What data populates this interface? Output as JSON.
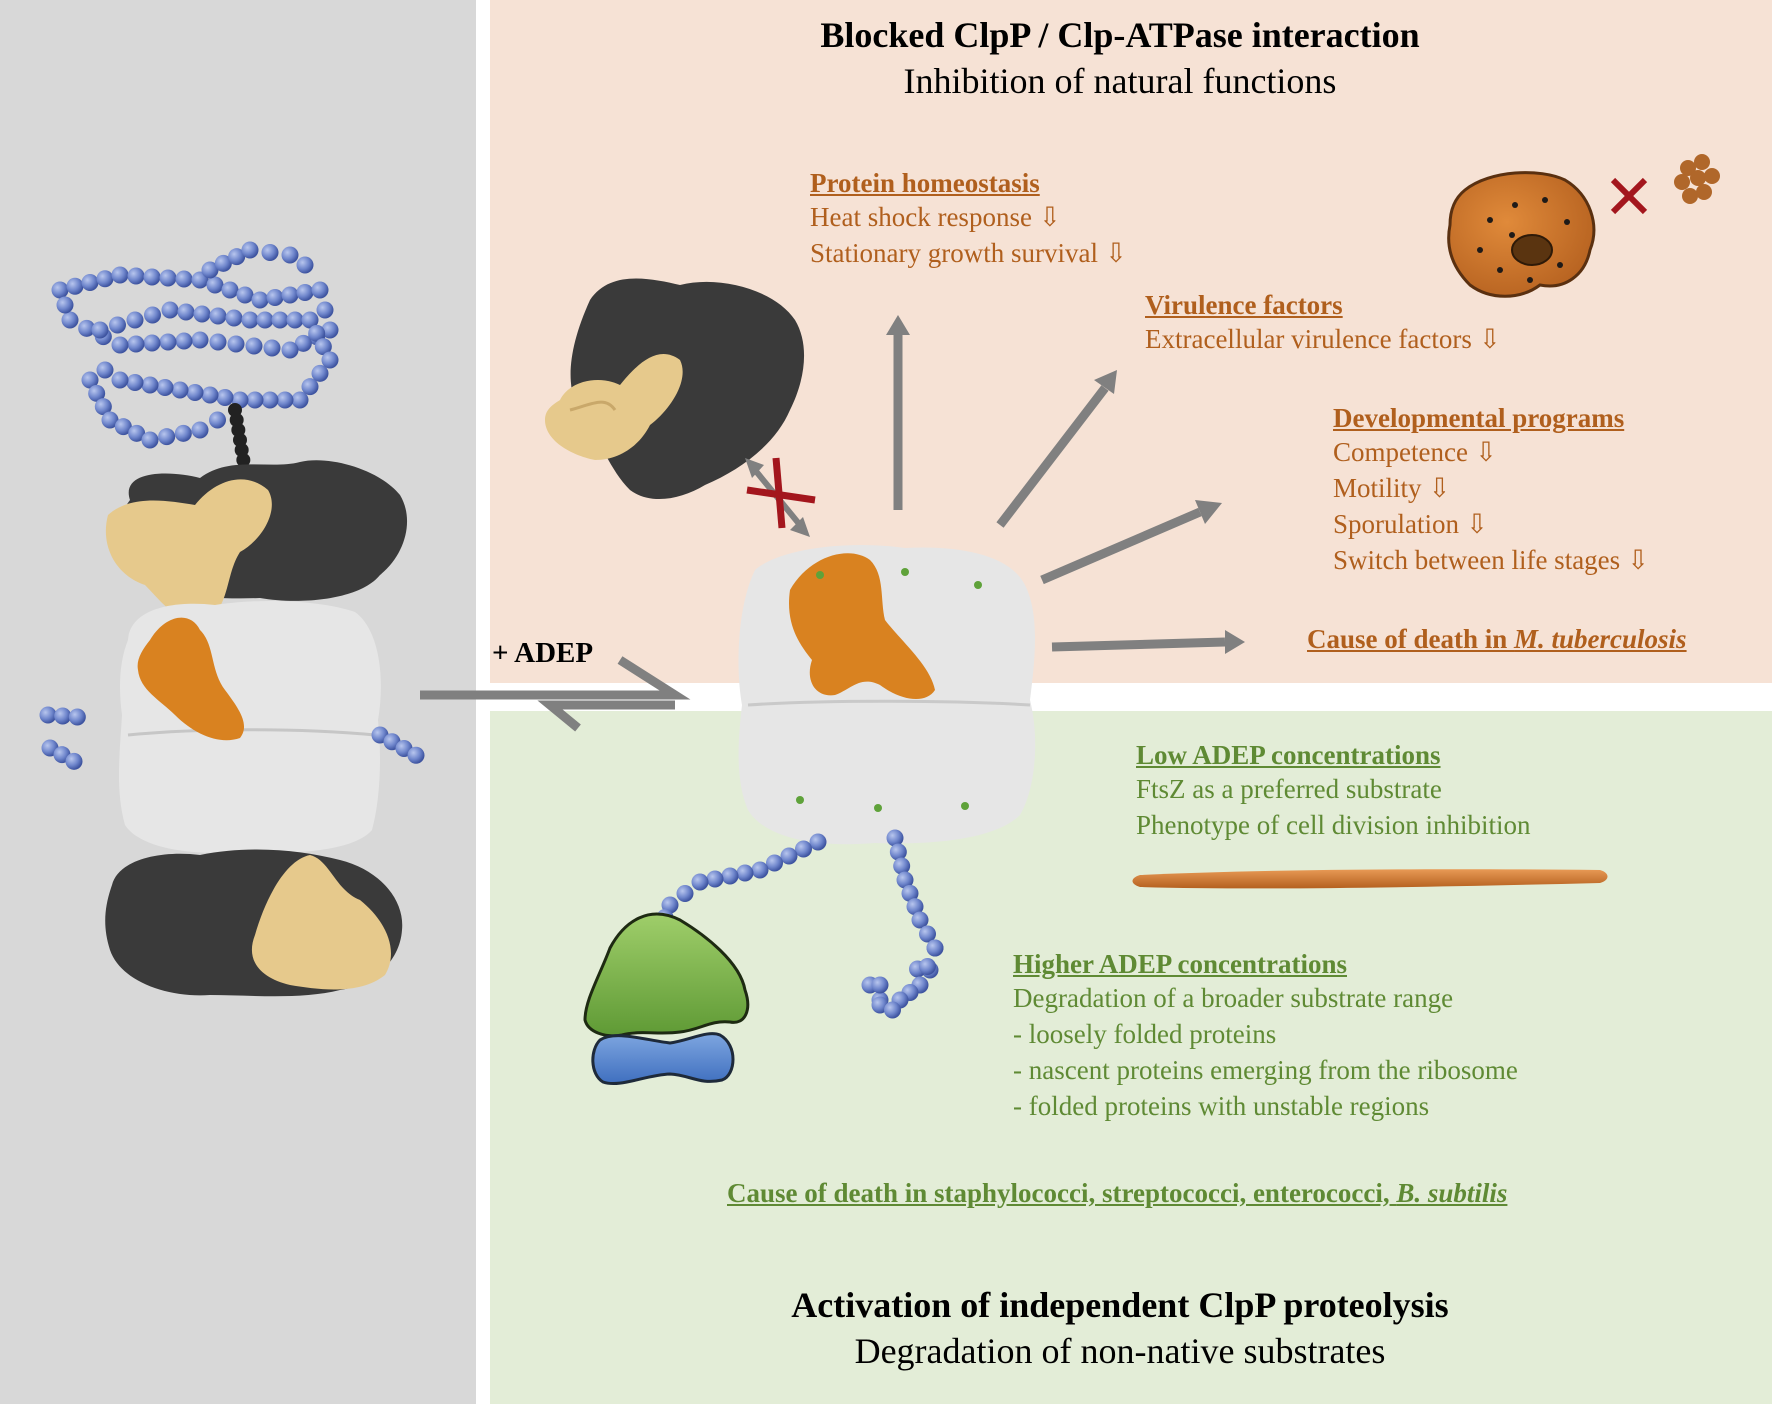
{
  "top": {
    "title": "Blocked ClpP / Clp-ATPase interaction",
    "subtitle": "Inhibition of natural functions",
    "sections": {
      "protein_homeostasis": {
        "heading": "Protein homeostasis",
        "items": [
          "Heat shock response ⇩",
          "Stationary growth survival ⇩"
        ]
      },
      "virulence": {
        "heading": "Virulence factors",
        "items": [
          "Extracellular virulence factors ⇩"
        ]
      },
      "developmental": {
        "heading": "Developmental programs",
        "items": [
          "Competence ⇩",
          "Motility ⇩",
          "Sporulation ⇩",
          "Switch between life stages ⇩"
        ]
      },
      "death_tb": {
        "prefix": "Cause of death in ",
        "species": "M. tuberculosis"
      }
    }
  },
  "arrow_label": "+ ADEP",
  "bottom": {
    "low": {
      "heading": "Low ADEP concentrations",
      "items": [
        "FtsZ as a preferred substrate",
        "Phenotype of cell division inhibition"
      ]
    },
    "high": {
      "heading": "Higher ADEP concentrations",
      "items": [
        "Degradation of a broader substrate range",
        "- loosely folded proteins",
        "- nascent proteins emerging from the ribosome",
        "- folded proteins with unstable regions"
      ]
    },
    "death": {
      "prefix": "Cause of death in staphylococci, streptococci, enterococci, ",
      "species": "B. subtilis"
    },
    "title": "Activation of independent ClpP proteolysis",
    "subtitle": "Degradation of non-native substrates"
  },
  "colors": {
    "left_bg": "#d8d8d8",
    "top_bg": "#f6e2d5",
    "bottom_bg": "#e3edd7",
    "orange_text": "#b05f1d",
    "green_text": "#5f8a34",
    "protein_dark": "#3a3a3a",
    "protein_tan": "#e6c98c",
    "protein_orange": "#d98220",
    "protein_white": "#e6e6e6",
    "bead_blue": "#6f86cc",
    "arrow_gray": "#808080",
    "block_red": "#a3161d"
  }
}
